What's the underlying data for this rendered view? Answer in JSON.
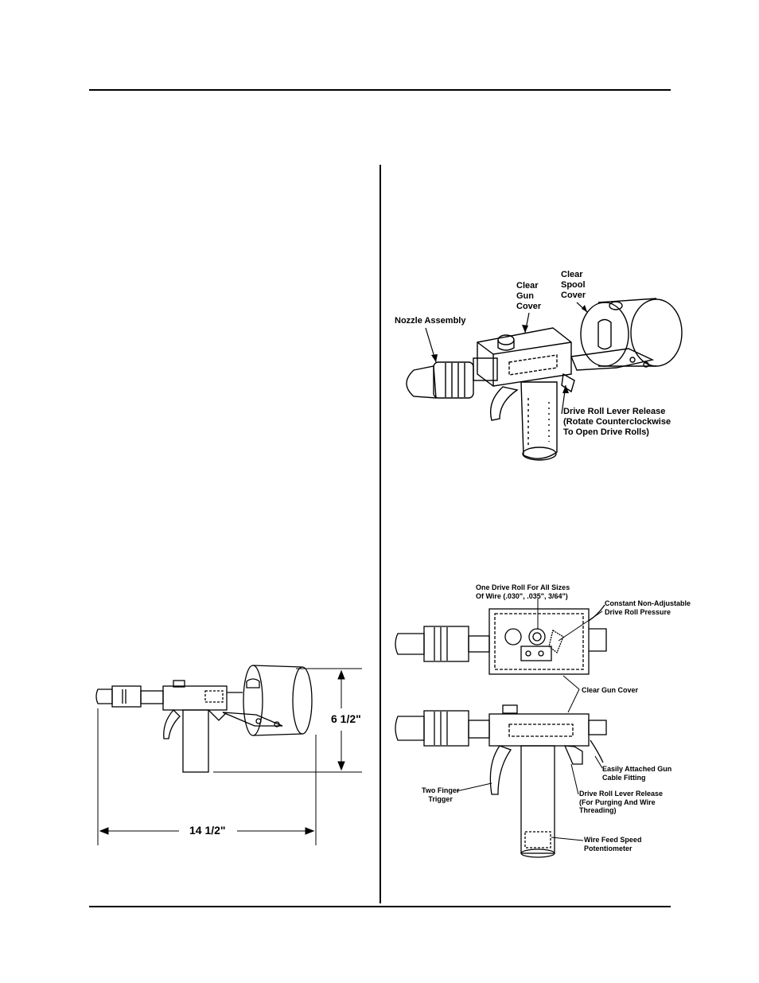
{
  "dimensions": {
    "height": "6  1/2\"",
    "length": "14  1/2\""
  },
  "top_figure": {
    "labels": {
      "clear_spool_cover": "Clear\nSpool\nCover",
      "clear_gun_cover": "Clear\nGun\nCover",
      "nozzle_assembly": "Nozzle Assembly",
      "drive_roll_lever_release": "Drive Roll Lever Release\n(Rotate Counterclockwise\nTo Open Drive Rolls)"
    }
  },
  "bottom_figure": {
    "labels": {
      "drive_roll_all_sizes": "One Drive Roll For All Sizes\nOf Wire (.030\", .035\", 3/64\")",
      "constant_pressure": "Constant Non-Adjustable\nDrive Roll Pressure",
      "clear_gun_cover": "Clear Gun Cover",
      "cable_fitting": "Easily Attached Gun\nCable Fitting",
      "two_finger_trigger": "Two  Finger\nTrigger",
      "drive_roll_lever_release": "Drive Roll Lever Release\n(For Purging And Wire\nThreading)",
      "wire_feed_speed": "Wire Feed Speed\nPotentiometer"
    }
  }
}
